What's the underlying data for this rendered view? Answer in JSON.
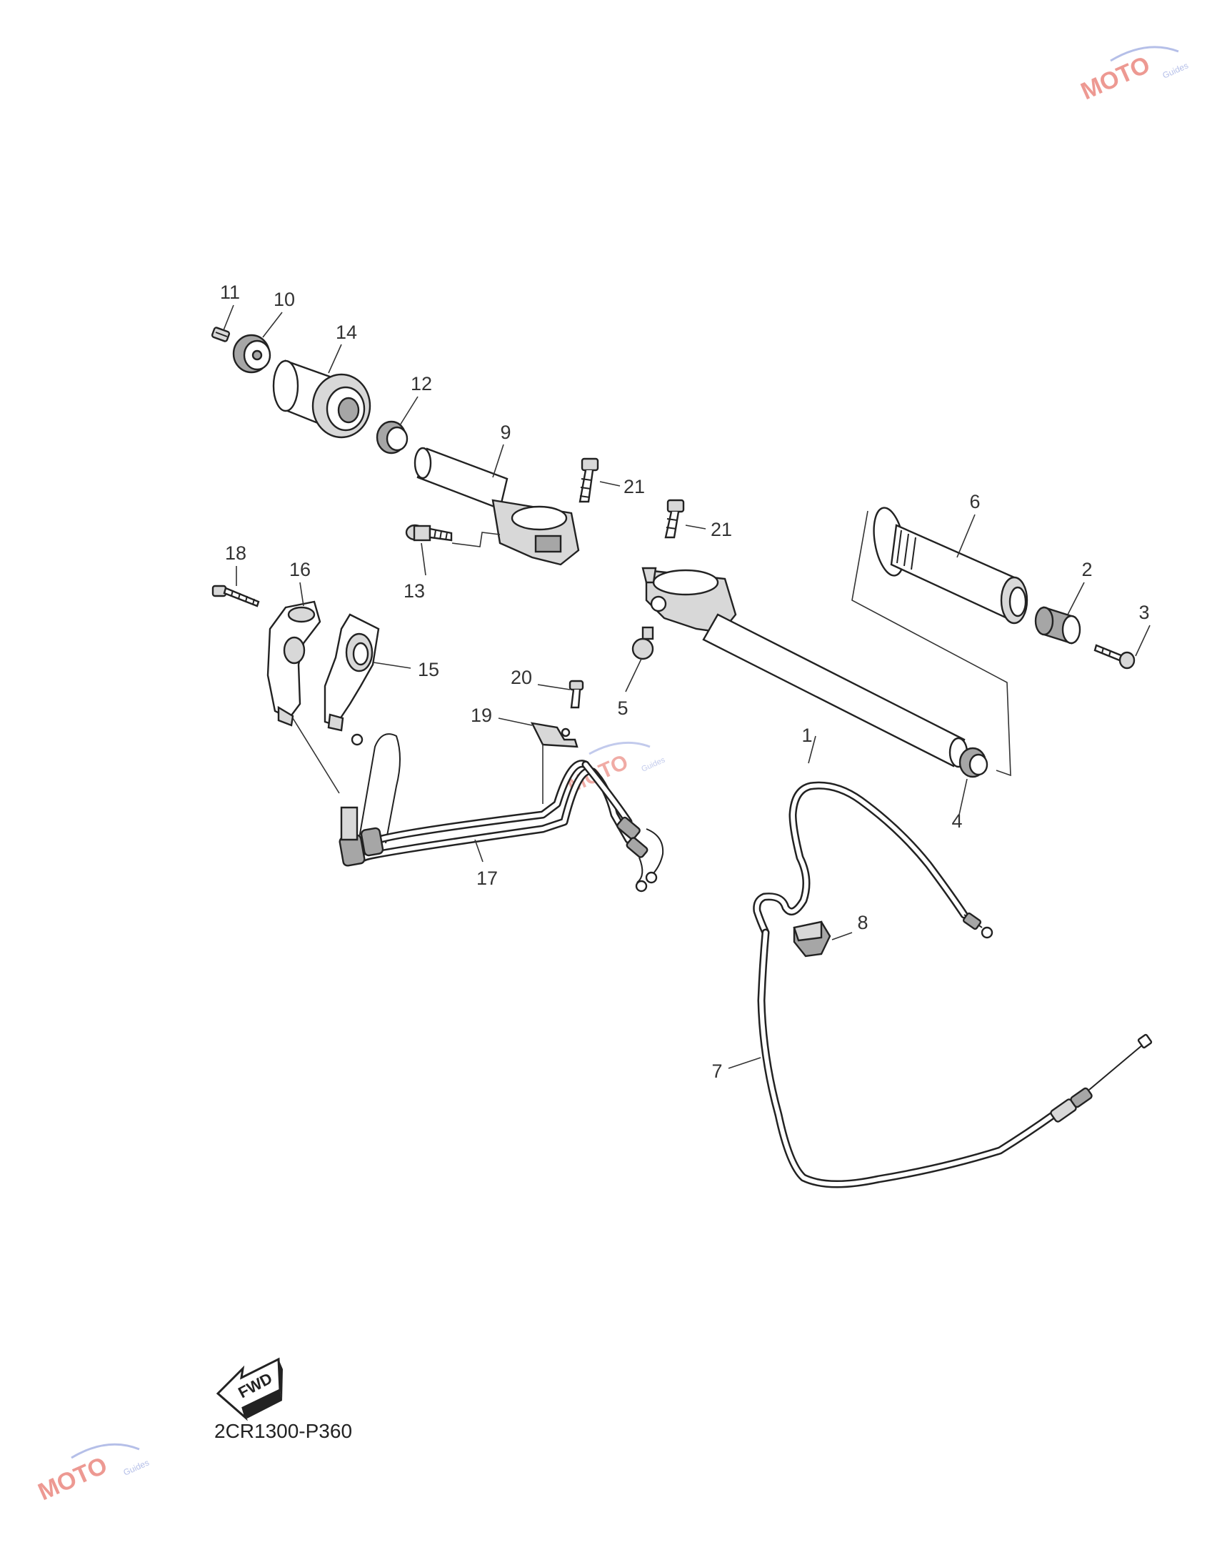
{
  "diagram": {
    "callouts": [
      {
        "id": "c1",
        "label": "1"
      },
      {
        "id": "c2",
        "label": "2"
      },
      {
        "id": "c3",
        "label": "3"
      },
      {
        "id": "c4",
        "label": "4"
      },
      {
        "id": "c5",
        "label": "5"
      },
      {
        "id": "c6",
        "label": "6"
      },
      {
        "id": "c7",
        "label": "7"
      },
      {
        "id": "c8",
        "label": "8"
      },
      {
        "id": "c9",
        "label": "9"
      },
      {
        "id": "c10",
        "label": "10"
      },
      {
        "id": "c11",
        "label": "11"
      },
      {
        "id": "c12",
        "label": "12"
      },
      {
        "id": "c13",
        "label": "13"
      },
      {
        "id": "c14",
        "label": "14"
      },
      {
        "id": "c15",
        "label": "15"
      },
      {
        "id": "c16",
        "label": "16"
      },
      {
        "id": "c17",
        "label": "17"
      },
      {
        "id": "c18",
        "label": "18"
      },
      {
        "id": "c19",
        "label": "19"
      },
      {
        "id": "c20",
        "label": "20"
      },
      {
        "id": "c21a",
        "label": "21"
      },
      {
        "id": "c21b",
        "label": "21"
      }
    ],
    "fwd_label": "FWD",
    "diagram_code": "2CR1300-P360",
    "watermark": {
      "text": "MOTO",
      "sub": "Guides",
      "color_primary": "#e0463a",
      "color_secondary": "#7a8cd6"
    }
  }
}
